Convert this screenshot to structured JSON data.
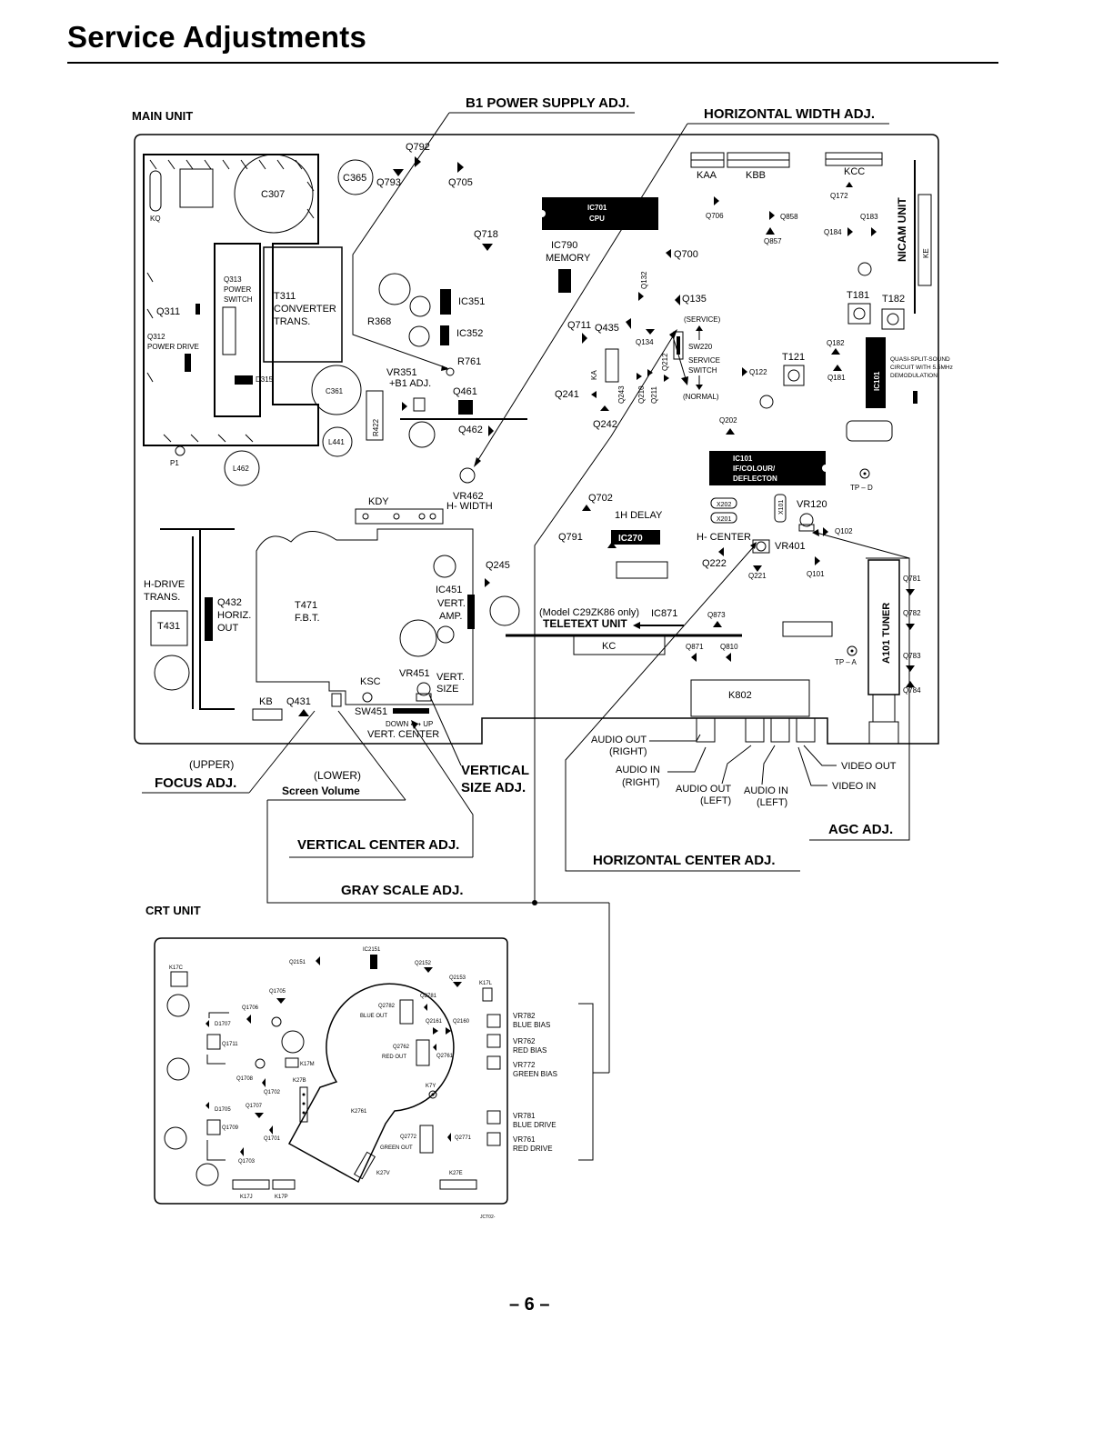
{
  "page": {
    "title": "Service Adjustments",
    "page_number": "– 6 –"
  },
  "main_unit": {
    "heading": "MAIN UNIT",
    "components": {
      "c307": "C307",
      "c365": "C365",
      "q793": "Q793",
      "q792": "Q792",
      "q705": "Q705",
      "q718": "Q718",
      "kq": "KQ",
      "q313": "Q313",
      "power_switch_1": "POWER",
      "power_switch_2": "SWITCH",
      "t311": "T311",
      "converter_1": "CONVERTER",
      "converter_2": "TRANS.",
      "q311": "Q311",
      "q312": "Q312",
      "power_drive": "POWER DRIVE",
      "d315": "D315",
      "c361": "C361",
      "l441": "L441",
      "l462": "L462",
      "p1": "P1",
      "r368": "R368",
      "ic351": "IC351",
      "ic352": "IC352",
      "r761": "R761",
      "vr351": "VR351",
      "b1_adj": "+B1 ADJ.",
      "q461": "Q461",
      "r422": "R422",
      "q462": "Q462",
      "vr462": "VR462",
      "h_width": "H- WIDTH",
      "kdy": "KDY",
      "ic701_1": "IC701",
      "ic701_2": "CPU",
      "ic790": "IC790",
      "memory": "MEMORY",
      "q700": "Q700",
      "q132": "Q132",
      "q135": "Q135",
      "q711": "Q711",
      "q435": "Q435",
      "q134": "Q134",
      "service_label": "(SERVICE)",
      "sw220": "SW220",
      "service_switch_1": "SERVICE",
      "service_switch_2": "SWITCH",
      "normal_label": "(NORMAL)",
      "ka": "KA",
      "q241": "Q241",
      "q243": "Q243",
      "q210": "Q210",
      "q211": "Q211",
      "q212": "Q212",
      "q242": "Q242",
      "q122": "Q122",
      "t121": "T121",
      "q202": "Q202",
      "kaa": "KAA",
      "kbb": "KBB",
      "kcc": "KCC",
      "q172": "Q172",
      "q706": "Q706",
      "q858": "Q858",
      "q857": "Q857",
      "q183": "Q183",
      "q184": "Q184",
      "nicam": "NICAM UNIT",
      "ke": "KE",
      "t181": "T181",
      "t182": "T182",
      "q182": "Q182",
      "q181": "Q181",
      "ic101v": "IC101",
      "qss_1": "QUASI-SPLIT-SOUND",
      "qss_2": "CIRCUIT WITH 5.5MHz",
      "qss_3": "DEMODULATION",
      "ic101_1": "IC101",
      "ic101_2": "IF/COLOUR/",
      "ic101_3": "DEFLECTON",
      "tp_d": "TP – D",
      "q702": "Q702",
      "delay": "1H DELAY",
      "x202": "X202",
      "x201": "X201",
      "x101": "X101",
      "vr120": "VR120",
      "q102": "Q102",
      "q791": "Q791",
      "ic270": "IC270",
      "h_center": "H- CENTER",
      "vr401": "VR401",
      "q222": "Q222",
      "q221": "Q221",
      "q101": "Q101",
      "q245": "Q245",
      "ic451": "IC451",
      "vert_amp_1": "VERT.",
      "vert_amp_2": "AMP.",
      "h_drive_1": "H-DRIVE",
      "h_drive_2": "TRANS.",
      "t431": "T431",
      "q432": "Q432",
      "horiz_out_1": "HORIZ.",
      "horiz_out_2": "OUT",
      "t471": "T471",
      "fbt": "F.B.T.",
      "vr451": "VR451",
      "vert_size_1": "VERT.",
      "vert_size_2": "SIZE",
      "ksc": "KSC",
      "sw451": "SW451",
      "down_up": "DOWN ⟷ UP",
      "vert_center": "VERT. CENTER",
      "kb": "KB",
      "q431": "Q431",
      "model_note": "(Model C29ZK86 only)",
      "ic871": "IC871",
      "teletext": "TELETEXT UNIT",
      "q873": "Q873",
      "kc": "KC",
      "q871": "Q871",
      "q810": "Q810",
      "tp_a": "TP – A",
      "k802": "K802",
      "tuner": "A101 TUNER",
      "q781": "Q781",
      "q782": "Q782",
      "q783": "Q783",
      "q784": "Q784",
      "audio_out_r_1": "AUDIO OUT",
      "audio_out_r_2": "(RIGHT)",
      "audio_in_r_1": "AUDIO IN",
      "audio_in_r_2": "(RIGHT)",
      "audio_out_l_1": "AUDIO OUT",
      "audio_out_l_2": "(LEFT)",
      "audio_in_l_1": "AUDIO IN",
      "audio_in_l_2": "(LEFT)",
      "video_out": "VIDEO OUT",
      "video_in": "VIDEO IN"
    }
  },
  "callouts": {
    "b1_power": "B1 POWER SUPPLY ADJ.",
    "horizontal_width": "HORIZONTAL WIDTH ADJ.",
    "upper": "(UPPER)",
    "focus": "FOCUS ADJ.",
    "lower": "(LOWER)",
    "screen_volume": "Screen Volume",
    "vertical_1": "VERTICAL",
    "vertical_2": "SIZE ADJ.",
    "vertical_center": "VERTICAL CENTER ADJ.",
    "gray_scale": "GRAY SCALE ADJ.",
    "agc": "AGC ADJ.",
    "horizontal_center": "HORIZONTAL CENTER ADJ."
  },
  "crt_unit": {
    "heading": "CRT UNIT",
    "components": {
      "k17c": "K17C",
      "q2151": "Q2151",
      "ic2151": "IC2151",
      "q2152": "Q2152",
      "q2153": "Q2153",
      "k17l": "K17L",
      "q1705": "Q1705",
      "q2781": "Q2781",
      "q1706": "Q1706",
      "q2782": "Q2782",
      "blue_out": "BLUE OUT",
      "q2161": "Q2161",
      "q2160": "Q2160",
      "d1707": "D1707",
      "q1711": "Q1711",
      "q2762": "Q2762",
      "red_out": "RED OUT",
      "q2761": "Q2761",
      "k17m": "K17M",
      "q1708": "Q1708",
      "k27b": "K27B",
      "q1702": "Q1702",
      "k7y": "K7Y",
      "d1705": "D1705",
      "q1707": "Q1707",
      "k2761": "K2761",
      "q1709": "Q1709",
      "q2772": "Q2772",
      "green_out": "GREEN OUT",
      "q2771": "Q2771",
      "q1701": "Q1701",
      "q1703": "Q1703",
      "k27v": "K27V",
      "k27e": "K27E",
      "k17j": "K17J",
      "k17p": "K17P",
      "vr782": "VR782",
      "blue_bias": "BLUE BIAS",
      "vr762": "VR762",
      "red_bias": "RED BIAS",
      "vr772": "VR772",
      "green_bias": "GREEN BIAS",
      "vr781": "VR781",
      "blue_drive": "BLUE DRIVE",
      "vr761": "VR761",
      "red_drive": "RED DRIVE",
      "drawing_code": "JCT02-"
    }
  }
}
